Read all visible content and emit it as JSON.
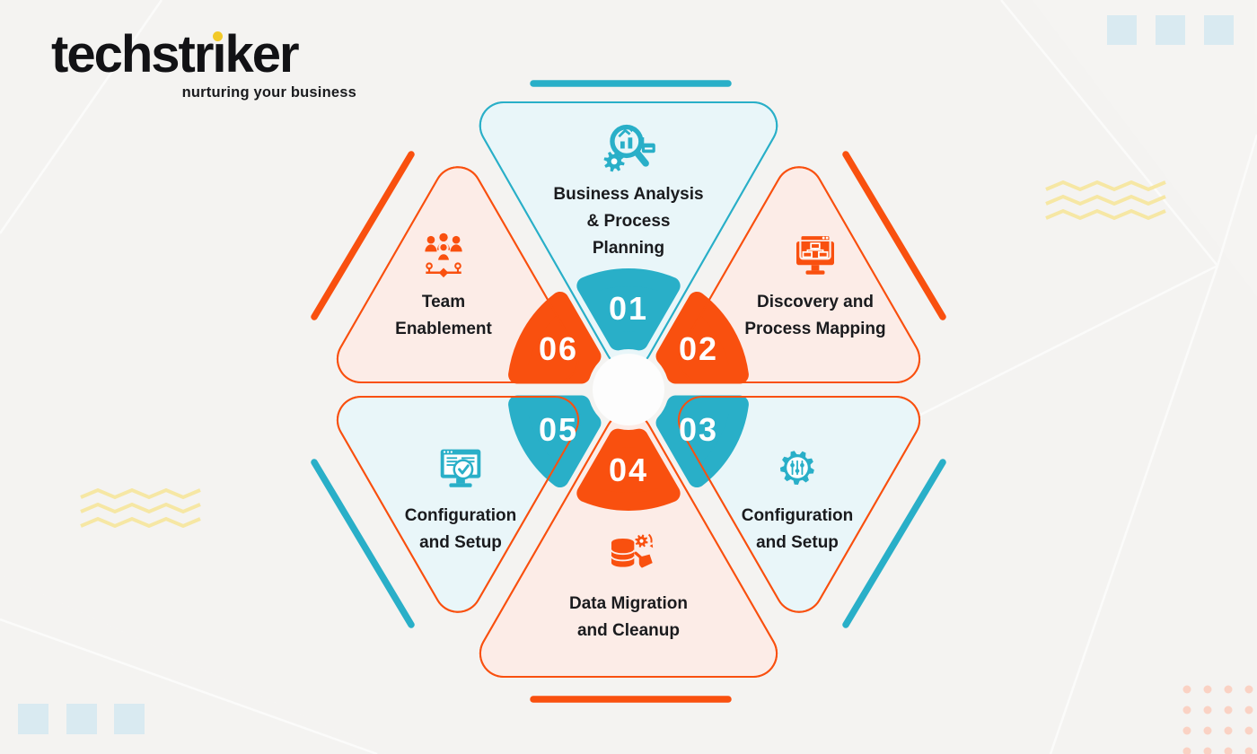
{
  "brand": {
    "name": "techstriker",
    "tagline": "nurturing your business",
    "dot_color": "#F2C928"
  },
  "steps": [
    {
      "number": "01",
      "label": "Business Analysis & Process Planning",
      "lines": [
        "Business Analysis",
        "& Process",
        "Planning"
      ],
      "icon": "business-analysis-magnifier-icon",
      "accent": "teal"
    },
    {
      "number": "02",
      "label": "Discovery and Process Mapping",
      "lines": [
        "Discovery and",
        "Process Mapping"
      ],
      "icon": "process-mapping-monitor-icon",
      "accent": "orange"
    },
    {
      "number": "03",
      "label": "Configuration and Setup",
      "lines": [
        "Configuration",
        "and Setup"
      ],
      "icon": "configuration-gear-sliders-icon",
      "accent": "teal"
    },
    {
      "number": "04",
      "label": "Data Migration and Cleanup",
      "lines": [
        "Data Migration",
        "and Cleanup"
      ],
      "icon": "data-migration-cleanup-icon",
      "accent": "orange"
    },
    {
      "number": "05",
      "label": "Configuration and Setup",
      "lines": [
        "Configuration",
        "and Setup"
      ],
      "icon": "configuration-monitor-check-icon",
      "accent": "teal"
    },
    {
      "number": "06",
      "label": "Team Enablement",
      "lines": [
        "Team",
        "Enablement"
      ],
      "icon": "team-enablement-people-icon",
      "accent": "orange"
    }
  ],
  "colors": {
    "teal": "#29AFC8",
    "orange": "#F9500F",
    "teal_fill": "#E9F6F9",
    "pink_fill": "#FCECE7",
    "label_text": "#1A1B1E",
    "number_text": "#FFFFFF",
    "zigzag": "#F6E7A4",
    "square": "#D9EAF1",
    "dot": "#FAD2C4",
    "background": "#F4F3F1"
  }
}
